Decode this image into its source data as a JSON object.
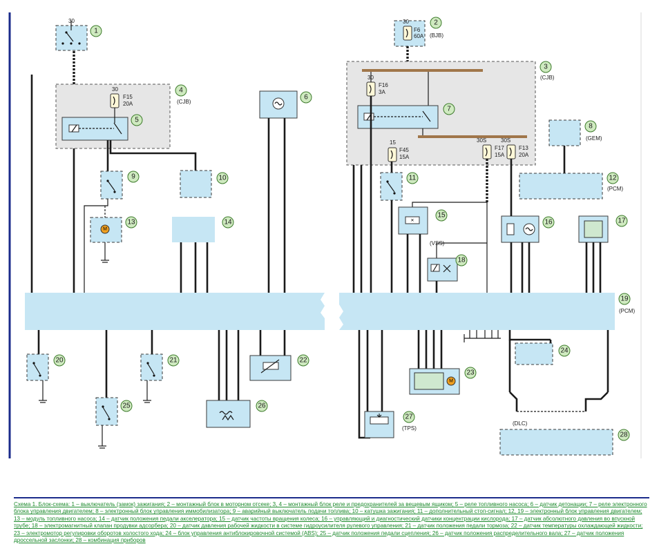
{
  "nodes": {
    "n1": "1",
    "n2": "2",
    "n3": "3",
    "n4": "4",
    "n5": "5",
    "n6": "6",
    "n7": "7",
    "n8": "8",
    "n9": "9",
    "n10": "10",
    "n11": "11",
    "n12": "12",
    "n13": "13",
    "n14": "14",
    "n15": "15",
    "n16": "16",
    "n17": "17",
    "n18": "18",
    "n19": "19",
    "n20": "20",
    "n21": "21",
    "n22": "22",
    "n23": "23",
    "n24": "24",
    "n25": "25",
    "n26": "26",
    "n27": "27",
    "n28": "28"
  },
  "labels": {
    "t30a": "30",
    "t30b": "30",
    "t30c": "30",
    "t30d": "30",
    "t15": "15",
    "t30s1": "30S",
    "t30s2": "30S",
    "f6_name": "F6",
    "f6_val": "60A",
    "f15_name": "F15",
    "f15_val": "20A",
    "f16_name": "F16",
    "f16_val": "3A",
    "f45_name": "F45",
    "f45_val": "15A",
    "f17_name": "F17",
    "f17_val": "15A",
    "f13_name": "F13",
    "f13_val": "20A",
    "bjb": "(BJB)",
    "cjb4": "(CJB)",
    "cjb3": "(CJB)",
    "gem": "(GEM)",
    "pcm12": "(PCM)",
    "pcm19": "(PCM)",
    "vss": "(VSS)",
    "tps": "(TPS)",
    "dlc": "(DLC)",
    "motor13": "M",
    "motor23": "M"
  },
  "colors": {
    "block_fill": "#c6e6f4",
    "badge_fill": "#cfeac0",
    "caption_text": "#1c8a2c"
  },
  "caption": "Схема 1. Блок-схема: 1 – выключатель (замок) зажигания; 2 – монтажный блок в моторном отсеке; 3, 4 – монтажный блок реле и предохранителей за вещевым ящиком; 5 – реле топливного насоса; 6 – датчик детонации; 7 – реле электронного блока управления двигателем; 8 – электронный блок управления иммобилизатора; 9 – аварийный выключатель подачи топлива; 10 – катушка зажигания; 11 – дополнительный стоп-сигнал; 12, 19 – электронный блок управления двигателем; 13 – модуль топливного насоса; 14 – датчик положения педали акселератора; 15 – датчик частоты вращения колеса; 16 – управляющий и диагностический датчики концентрации кислорода; 17 – датчик абсолютного давления во впускной трубе; 18 – электромагнитный клапан продувки адсорбера; 20 – датчик давления рабочей жидкости в системе гидроусилителя рулевого управления; 21 – датчик положения педали тормоза; 22 – датчик температуры охлаждающей жидкости; 23 – электромотор регулировки оборотов холостого хода; 24 – блок управления антиблокировочной системой (ABS); 25 – датчик положения педали сцепления; 26 – датчик положения распределительного вала; 27 – датчик положения дроссельной заслонки; 28 – комбинация приборов"
}
